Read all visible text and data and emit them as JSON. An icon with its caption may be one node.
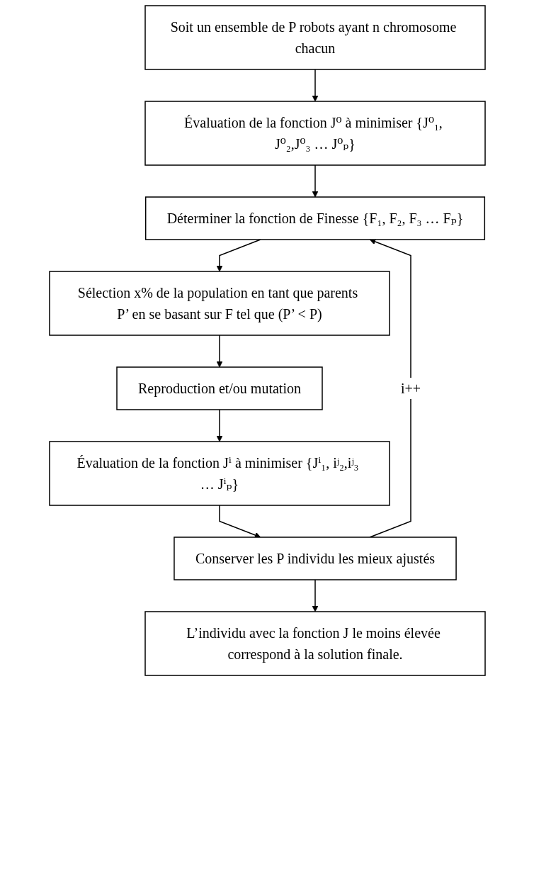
{
  "diagram": {
    "nodes": [
      {
        "text": [
          "Soit un ensemble de P robots ayant n chromosome chacun"
        ]
      },
      {
        "text": [
          "Évaluation de la fonction J⁰ à minimiser {J⁰₁, J⁰₂,J⁰₃ … J⁰ₚ}"
        ]
      },
      {
        "text": [
          "Déterminer la fonction de Finesse {F₁, F₂, F₃ … Fₚ}"
        ]
      },
      {
        "text": [
          "Sélection x% de la population en tant que parents P’ en se basant sur F tel que (P’ < P)"
        ]
      },
      {
        "text": [
          "Reproduction et/ou mutation"
        ]
      },
      {
        "text": [
          "Évaluation de la fonction Jⁱ à minimiser {Jⁱ₁, iʲ₂,iʲ₃ … Jⁱₚ}"
        ]
      },
      {
        "text": [
          "Conserver les P individu les mieux ajustés"
        ]
      },
      {
        "text": [
          "L’individu avec la fonction J le moins élevée correspond à la solution finale."
        ]
      }
    ],
    "edges": [
      {
        "from": 0,
        "to": 1,
        "arrow": "to"
      },
      {
        "from": 1,
        "to": 2,
        "arrow": "to"
      },
      {
        "from": 2,
        "to": 3,
        "arrow": "to"
      },
      {
        "from": 3,
        "to": 4,
        "arrow": "to"
      },
      {
        "from": 4,
        "to": 5,
        "arrow": "to"
      },
      {
        "from": 5,
        "to": 6,
        "arrow": "to"
      },
      {
        "from": 6,
        "to": 7,
        "arrow": "to"
      },
      {
        "from": 6,
        "to": 2,
        "arrow": "to",
        "label": "i++"
      }
    ]
  }
}
